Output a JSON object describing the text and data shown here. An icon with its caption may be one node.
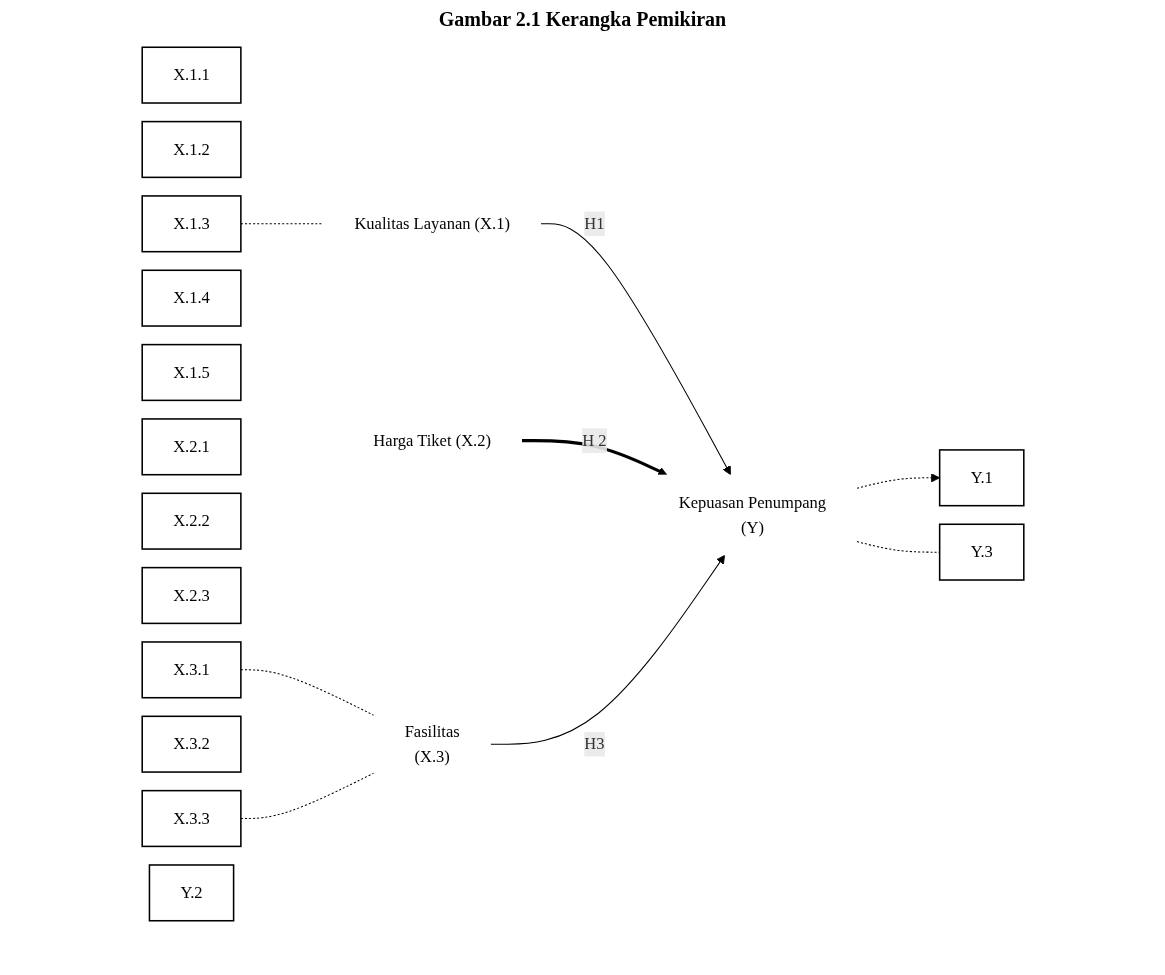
{
  "diagram": {
    "title": "Gambar 2.1 Kerangka Pemikiran",
    "nodes": [
      {
        "text": [
          "X.1.1"
        ]
      },
      {
        "text": [
          "X.1.2"
        ]
      },
      {
        "text": [
          "X.1.3"
        ]
      },
      {
        "text": [
          "X.1.4"
        ]
      },
      {
        "text": [
          "X.1.5"
        ]
      },
      {
        "text": [
          "Kualitas Layanan (X.1)"
        ]
      },
      {
        "text": [
          "X.2.1"
        ]
      },
      {
        "text": [
          "X.2.2"
        ]
      },
      {
        "text": [
          "X.2.3"
        ]
      },
      {
        "text": [
          "Harga Tiket (X.2)"
        ]
      },
      {
        "text": [
          "X.3.1"
        ]
      },
      {
        "text": [
          "X.3.2"
        ]
      },
      {
        "text": [
          "X.3.3"
        ]
      },
      {
        "text": [
          "Fasilitas",
          "(X.3)"
        ]
      },
      {
        "text": [
          "Kepuasan Penumpang",
          "(Y)"
        ]
      },
      {
        "text": [
          "Y.1"
        ]
      },
      {
        "text": [
          "Y.2"
        ]
      },
      {
        "text": [
          "Y.3"
        ]
      }
    ],
    "edges": [
      {
        "from": 2,
        "to": 5,
        "arrow": "none",
        "style": "dashed"
      },
      {
        "from": 5,
        "to": 14,
        "arrow": "to",
        "label": "H1"
      },
      {
        "from": 9,
        "to": 14,
        "arrow": "to",
        "label": "H 2",
        "style": "thick"
      },
      {
        "from": 10,
        "to": 13,
        "arrow": "none",
        "style": "dashed"
      },
      {
        "from": 12,
        "to": 13,
        "arrow": "none",
        "style": "dashed"
      },
      {
        "from": 13,
        "to": 14,
        "arrow": "to",
        "label": "H3"
      },
      {
        "from": 14,
        "to": 15,
        "arrow": "to",
        "style": "dashed"
      },
      {
        "from": 14,
        "to": 17,
        "arrow": "none",
        "style": "dashed"
      }
    ]
  }
}
